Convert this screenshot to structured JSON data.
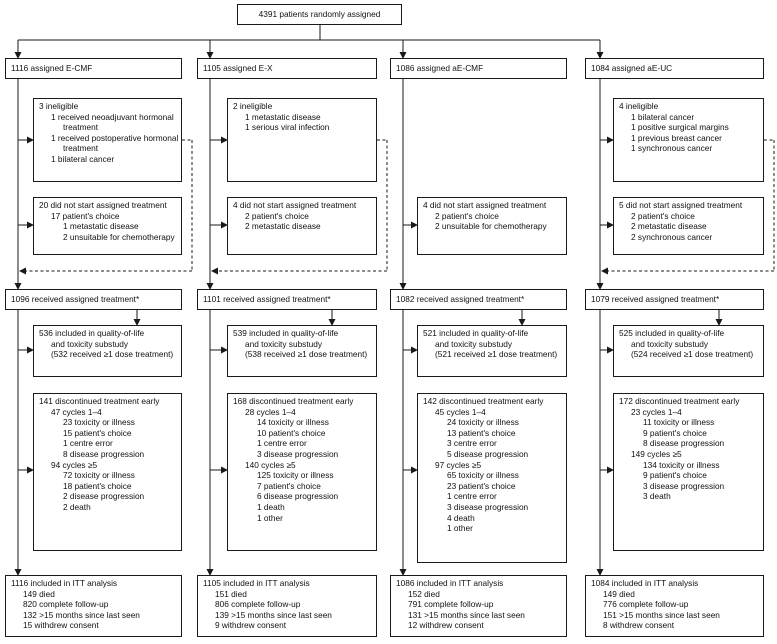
{
  "top": {
    "text": "4391 patients randomly assigned"
  },
  "arms": [
    {
      "assigned": "1116 assigned E-CMF",
      "ineligible": [
        "3 ineligible",
        "1 received neoadjuvant hormonal",
        "treatment",
        "1 received postoperative hormonal",
        "treatment",
        "1 bilateral cancer"
      ],
      "did_not_start": [
        "20 did not start assigned treatment",
        "17 patient's choice",
        "1 metastatic disease",
        "2 unsuitable for chemotherapy"
      ],
      "received": "1096 received assigned treatment*",
      "substudy": [
        "536 included in quality-of-life",
        "and toxicity substudy",
        "(532 received ≥1 dose treatment)"
      ],
      "discontinued": [
        "141 discontinued treatment early",
        "47 cycles 1–4",
        "23 toxicity or illness",
        "15 patient's choice",
        "1 centre error",
        "8 disease progression",
        "94 cycles ≥5",
        "72 toxicity or illness",
        "18 patient's choice",
        "2 disease progression",
        "2 death"
      ],
      "itt": [
        "1116 included in ITT analysis",
        "149 died",
        "820 complete follow-up",
        "132 >15 months since last seen",
        "15 withdrew consent"
      ]
    },
    {
      "assigned": "1105 assigned E-X",
      "ineligible": [
        "2 ineligible",
        "1 metastatic disease",
        "1 serious viral infection"
      ],
      "did_not_start": [
        "4 did not start assigned treatment",
        "2 patient's choice",
        "2 metastatic disease"
      ],
      "received": "1101 received assigned treatment*",
      "substudy": [
        "539 included in quality-of-life",
        "and toxicity substudy",
        "(538 received ≥1 dose treatment)"
      ],
      "discontinued": [
        "168 discontinued treatment early",
        "28 cycles 1–4",
        "14 toxicity or illness",
        "10 patient's choice",
        "1 centre error",
        "3 disease progression",
        "140 cycles ≥5",
        "125 toxicity or illness",
        "7 patient's choice",
        "6 disease progression",
        "1 death",
        "1 other"
      ],
      "itt": [
        "1105 included in ITT analysis",
        "151 died",
        "806 complete follow-up",
        "139 >15 months since last seen",
        "9 withdrew consent"
      ]
    },
    {
      "assigned": "1086 assigned aE-CMF",
      "ineligible": [],
      "did_not_start": [
        "4 did not start assigned treatment",
        "2 patient's choice",
        "2 unsuitable for chemotherapy"
      ],
      "received": "1082 received assigned treatment*",
      "substudy": [
        "521 included in quality-of-life",
        "and toxicity substudy",
        "(521 received ≥1 dose treatment)"
      ],
      "discontinued": [
        "142 discontinued treatment early",
        "45 cycles 1–4",
        "24 toxicity or illness",
        "13 patient's choice",
        "3 centre error",
        "5 disease progression",
        "97 cycles ≥5",
        "65 toxicity or illness",
        "23 patient's choice",
        "1 centre error",
        "3 disease progression",
        "4 death",
        "1 other"
      ],
      "itt": [
        "1086 included in ITT analysis",
        "152 died",
        "791 complete follow-up",
        "131 >15 months since last seen",
        "12 withdrew consent"
      ]
    },
    {
      "assigned": "1084 assigned aE-UC",
      "ineligible": [
        "4 ineligible",
        "1 bilateral cancer",
        "1 positive surgical margins",
        "1 previous breast cancer",
        "1 synchronous cancer"
      ],
      "did_not_start": [
        "5 did not start assigned treatment",
        "2 patient's choice",
        "2 metastatic disease",
        "2 synchronous cancer"
      ],
      "received": "1079 received assigned treatment*",
      "substudy": [
        "525 included in quality-of-life",
        "and toxicity substudy",
        "(524 received ≥1 dose treatment)"
      ],
      "discontinued": [
        "172 discontinued treatment early",
        "23 cycles 1–4",
        "11 toxicity or illness",
        "9 patient's choice",
        "8 disease progression",
        "149 cycles ≥5",
        "134 toxicity or illness",
        "9 patient's choice",
        "3 disease progression",
        "3 death"
      ],
      "itt": [
        "1084 included in ITT analysis",
        "149 died",
        "776 complete follow-up",
        "151 >15 months since last seen",
        "8 withdrew consent"
      ]
    }
  ]
}
